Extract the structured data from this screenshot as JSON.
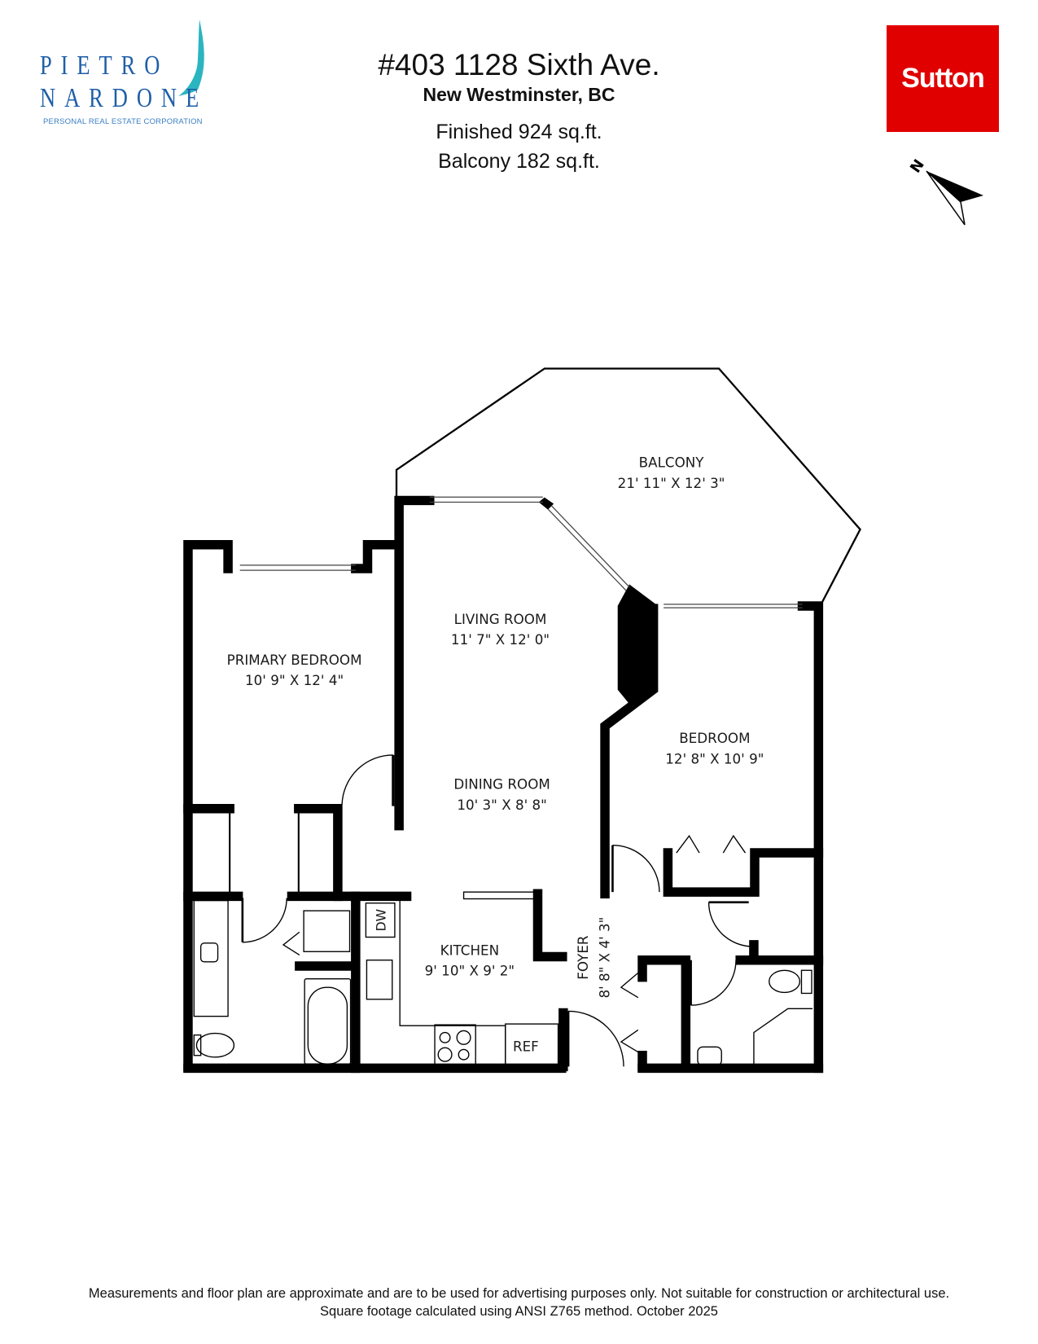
{
  "branding": {
    "agent_logo": {
      "line1": "PIETRO",
      "line2": "NARDONE",
      "tagline": "PERSONAL REAL ESTATE CORPORATION",
      "text_color": "#1f5fa8",
      "sail_color": "#2bb5c0"
    },
    "brokerage_logo": {
      "text": "Sutton",
      "background": "#e00000",
      "text_color": "#ffffff"
    }
  },
  "header": {
    "title": "#403 1128 Sixth Ave.",
    "subtitle": "New Westminster, BC",
    "finished_area": "Finished 924 sq.ft.",
    "balcony_area": "Balcony 182 sq.ft."
  },
  "compass": {
    "label": "N",
    "icon": "north-arrow-icon"
  },
  "floor_plan": {
    "rooms": [
      {
        "name": "BALCONY",
        "dimensions": "21' 11\" X 12' 3\""
      },
      {
        "name": "LIVING ROOM",
        "dimensions": "11' 7\" X 12' 0\""
      },
      {
        "name": "PRIMARY BEDROOM",
        "dimensions": "10' 9\" X 12' 4\""
      },
      {
        "name": "DINING ROOM",
        "dimensions": "10' 3\" X 8' 8\""
      },
      {
        "name": "BEDROOM",
        "dimensions": "12' 8\" X 10' 9\""
      },
      {
        "name": "KITCHEN",
        "dimensions": "9' 10\" X 9' 2\""
      },
      {
        "name": "FOYER",
        "dimensions": "8' 8\" X 4' 3\""
      }
    ],
    "fixtures": {
      "dishwasher": "DW",
      "refrigerator": "REF"
    }
  },
  "footer": {
    "disclaimer": "Measurements and floor plan are approximate and are to be used for advertising purposes only. Not suitable for construction or architectural use.",
    "method": "Square footage calculated using ANSI Z765 method. October 2025"
  }
}
